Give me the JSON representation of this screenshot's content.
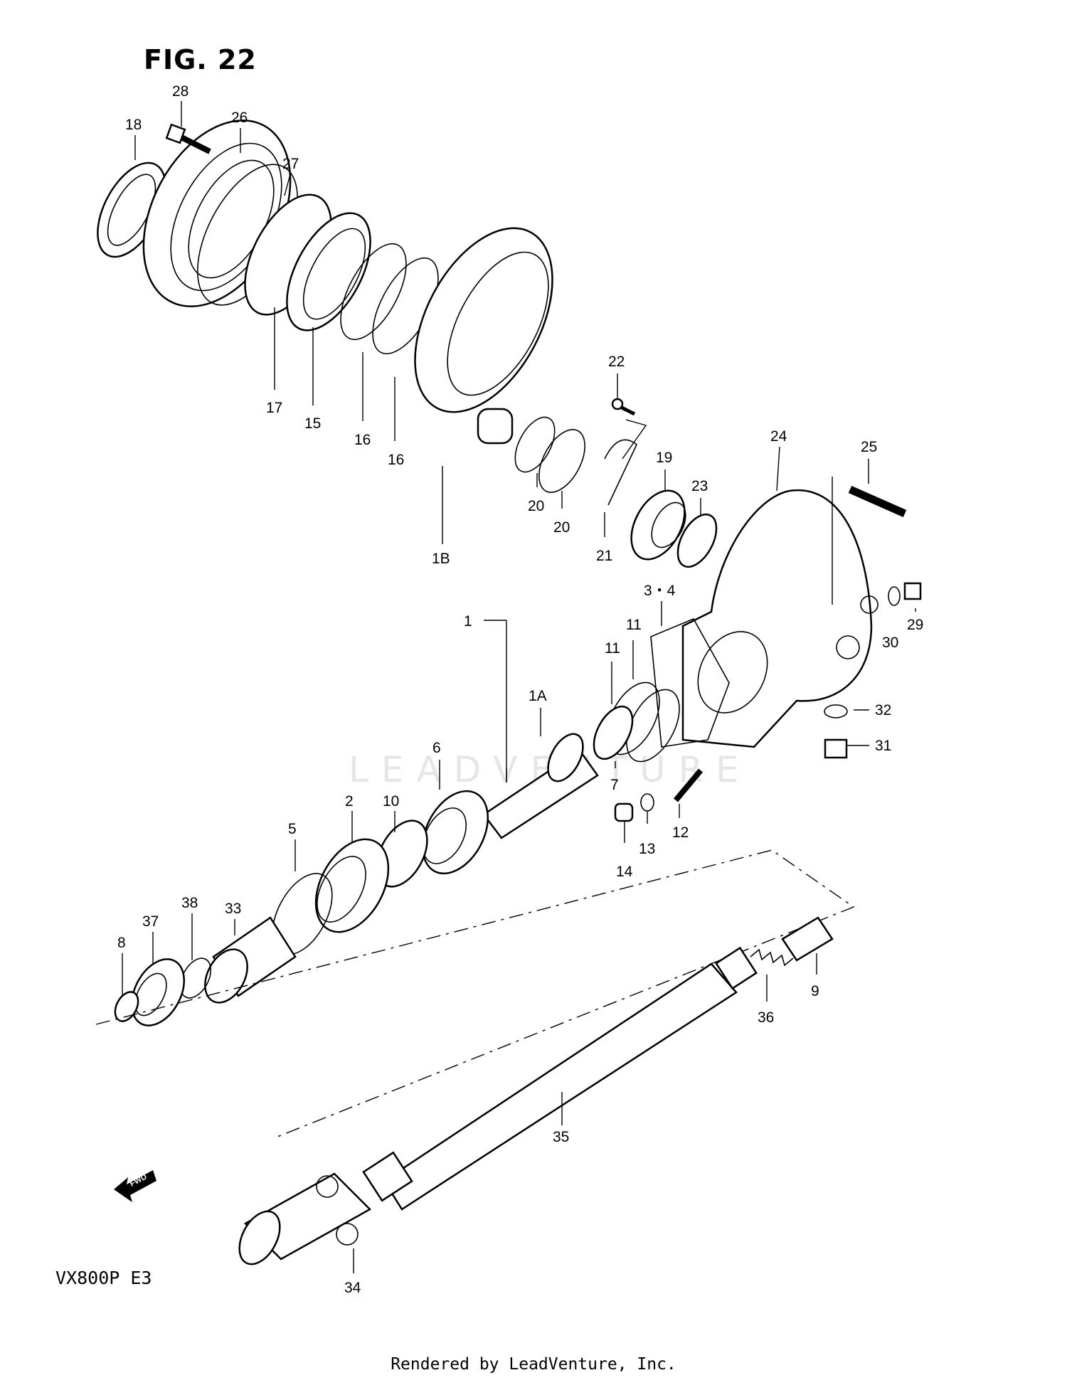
{
  "figure_title": "FIG. 22",
  "model_code": "VX800P  E3",
  "footer_text": "Rendered by LeadVenture, Inc.",
  "watermark_text": "LEADVENTURE",
  "fwd_label": "FWD",
  "callouts": {
    "c28": "28",
    "c26": "26",
    "c18": "18",
    "c27": "27",
    "c17": "17",
    "c15": "15",
    "c16a": "16",
    "c16b": "16",
    "c1B": "1B",
    "c20a": "20",
    "c20b": "20",
    "c21": "21",
    "c22": "22",
    "c19": "19",
    "c23": "23",
    "c24": "24",
    "c25": "25",
    "c29": "29",
    "c30": "30",
    "c34": "3・4",
    "c11a": "11",
    "c11b": "11",
    "c1": "1",
    "c1A": "1A",
    "c6": "6",
    "c7": "7",
    "c32": "32",
    "c31": "31",
    "c10": "10",
    "c2": "2",
    "c12": "12",
    "c13": "13",
    "c14": "14",
    "c5": "5",
    "c33": "33",
    "c38": "38",
    "c37": "37",
    "c8": "8",
    "c9": "9",
    "c36": "36",
    "c35": "35",
    "c34b": "34"
  }
}
